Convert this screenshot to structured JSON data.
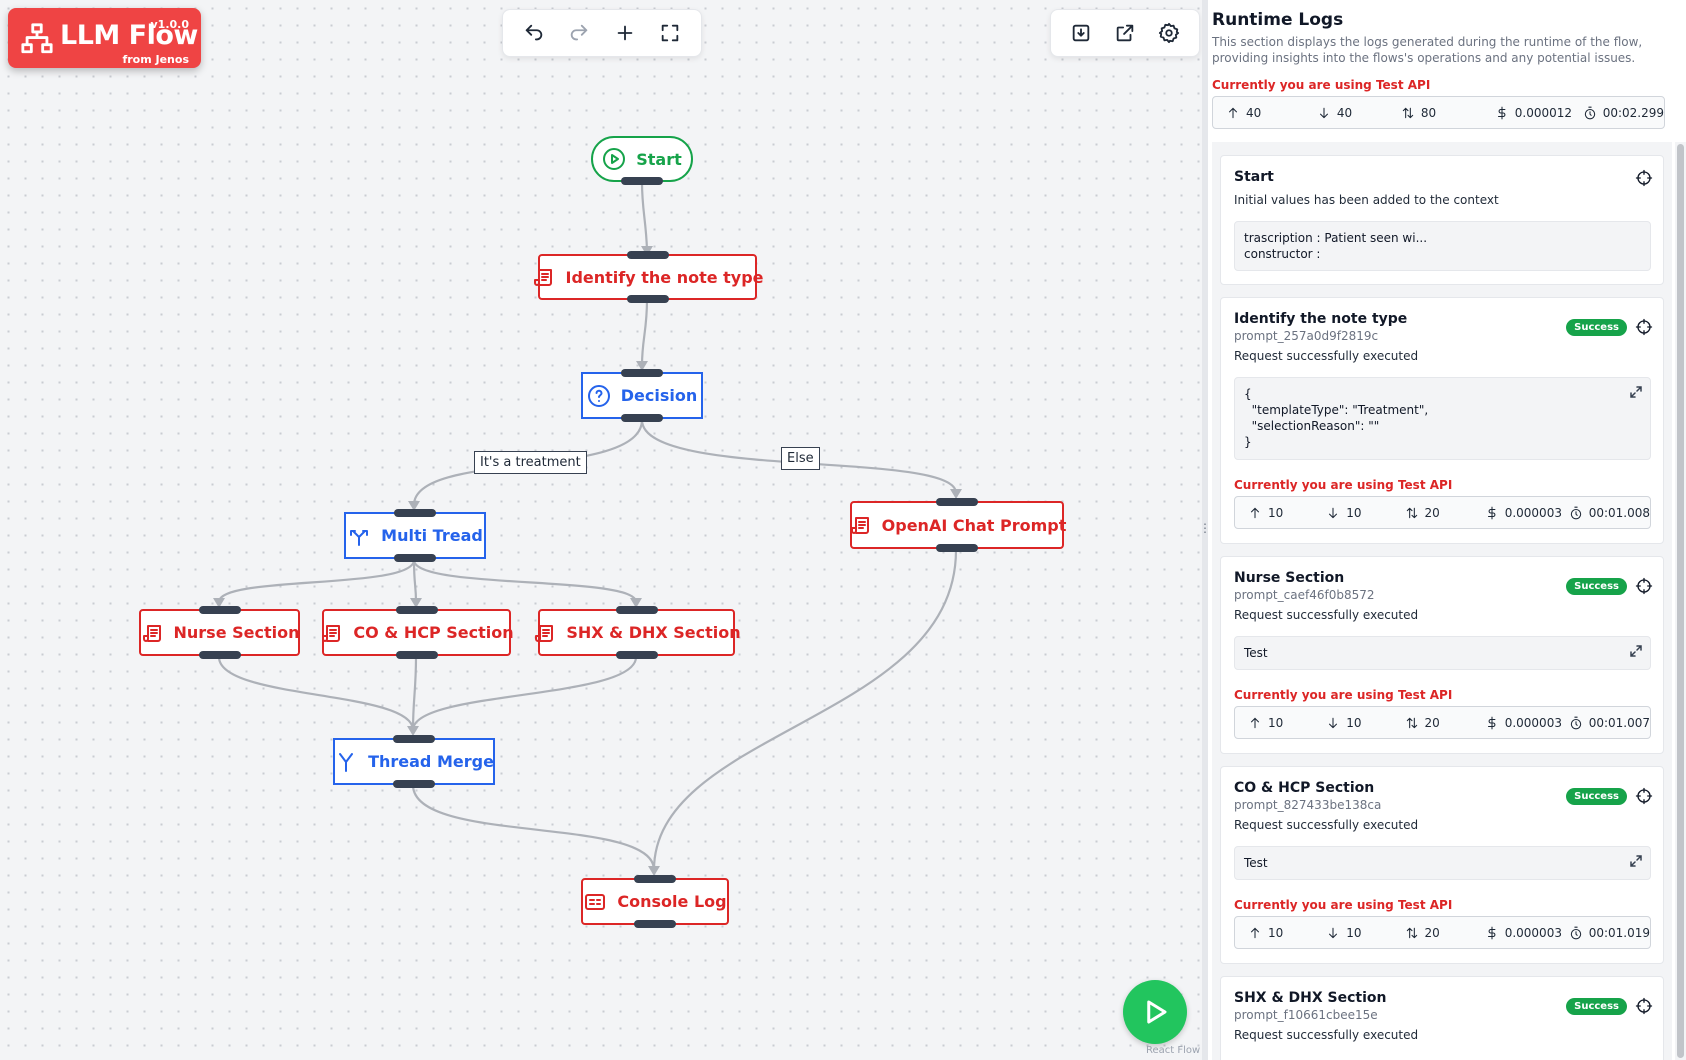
{
  "app": {
    "name": "LLM Flow",
    "version": "v1.0.0",
    "byline": "from Jenos"
  },
  "toolbar_left": {
    "undo": "undo-icon",
    "redo": "redo-icon",
    "add": "plus-icon",
    "fit": "fullscreen-icon"
  },
  "toolbar_right": {
    "import": "download-icon",
    "export": "external-link-icon",
    "settings": "gear-icon"
  },
  "flow": {
    "nodes": {
      "start": "Start",
      "identify": "Identify the note type",
      "decision": "Decision",
      "multi": "Multi Tread",
      "openai": "OpenAI Chat Prompt",
      "nurse": "Nurse Section",
      "co_hcp": "CO & HCP Section",
      "shx_dhx": "SHX & DHX Section",
      "merge": "Thread Merge",
      "console": "Console Log"
    },
    "edge_labels": {
      "treatment": "It's a treatment",
      "else": "Else"
    },
    "attribution": "React Flow"
  },
  "colors": {
    "prompt_node": "#dc2626",
    "logic_node": "#2563eb",
    "start_node": "#16a34a",
    "logo_bg": "#ef4444",
    "api_note": "#dc2626",
    "success": "#16a34a",
    "run_button": "#22c55e"
  },
  "panel": {
    "title": "Runtime Logs",
    "description": "This section displays the logs generated during the runtime of the flow, providing insights into the flows's operations and any potential issues.",
    "api_note": "Currently you are using Test API",
    "totals": {
      "up": "40",
      "down": "40",
      "both": "80",
      "cost": "0.000012",
      "time": "00:02.299"
    },
    "logs": [
      {
        "title": "Start",
        "message": "Initial values has been added to the context",
        "output": "trascription : Patient seen wi...\nconstructor :"
      },
      {
        "title": "Identify the note type",
        "id": "prompt_257a0d9f2819c",
        "status": "Success",
        "message": "Request successfully executed",
        "output": "{\n  \"templateType\": \"Treatment\",\n  \"selectionReason\": \"\"\n}",
        "api_note": "Currently you are using Test API",
        "stats": {
          "up": "10",
          "down": "10",
          "both": "20",
          "cost": "0.000003",
          "time": "00:01.008"
        }
      },
      {
        "title": "Nurse Section",
        "id": "prompt_caef46f0b8572",
        "status": "Success",
        "message": "Request successfully executed",
        "output": "Test",
        "api_note": "Currently you are using Test API",
        "stats": {
          "up": "10",
          "down": "10",
          "both": "20",
          "cost": "0.000003",
          "time": "00:01.007"
        }
      },
      {
        "title": "CO & HCP Section",
        "id": "prompt_827433be138ca",
        "status": "Success",
        "message": "Request successfully executed",
        "output": "Test",
        "api_note": "Currently you are using Test API",
        "stats": {
          "up": "10",
          "down": "10",
          "both": "20",
          "cost": "0.000003",
          "time": "00:01.019"
        }
      },
      {
        "title": "SHX & DHX Section",
        "id": "prompt_f10661cbee15e",
        "status": "Success",
        "message": "Request successfully executed"
      }
    ]
  }
}
